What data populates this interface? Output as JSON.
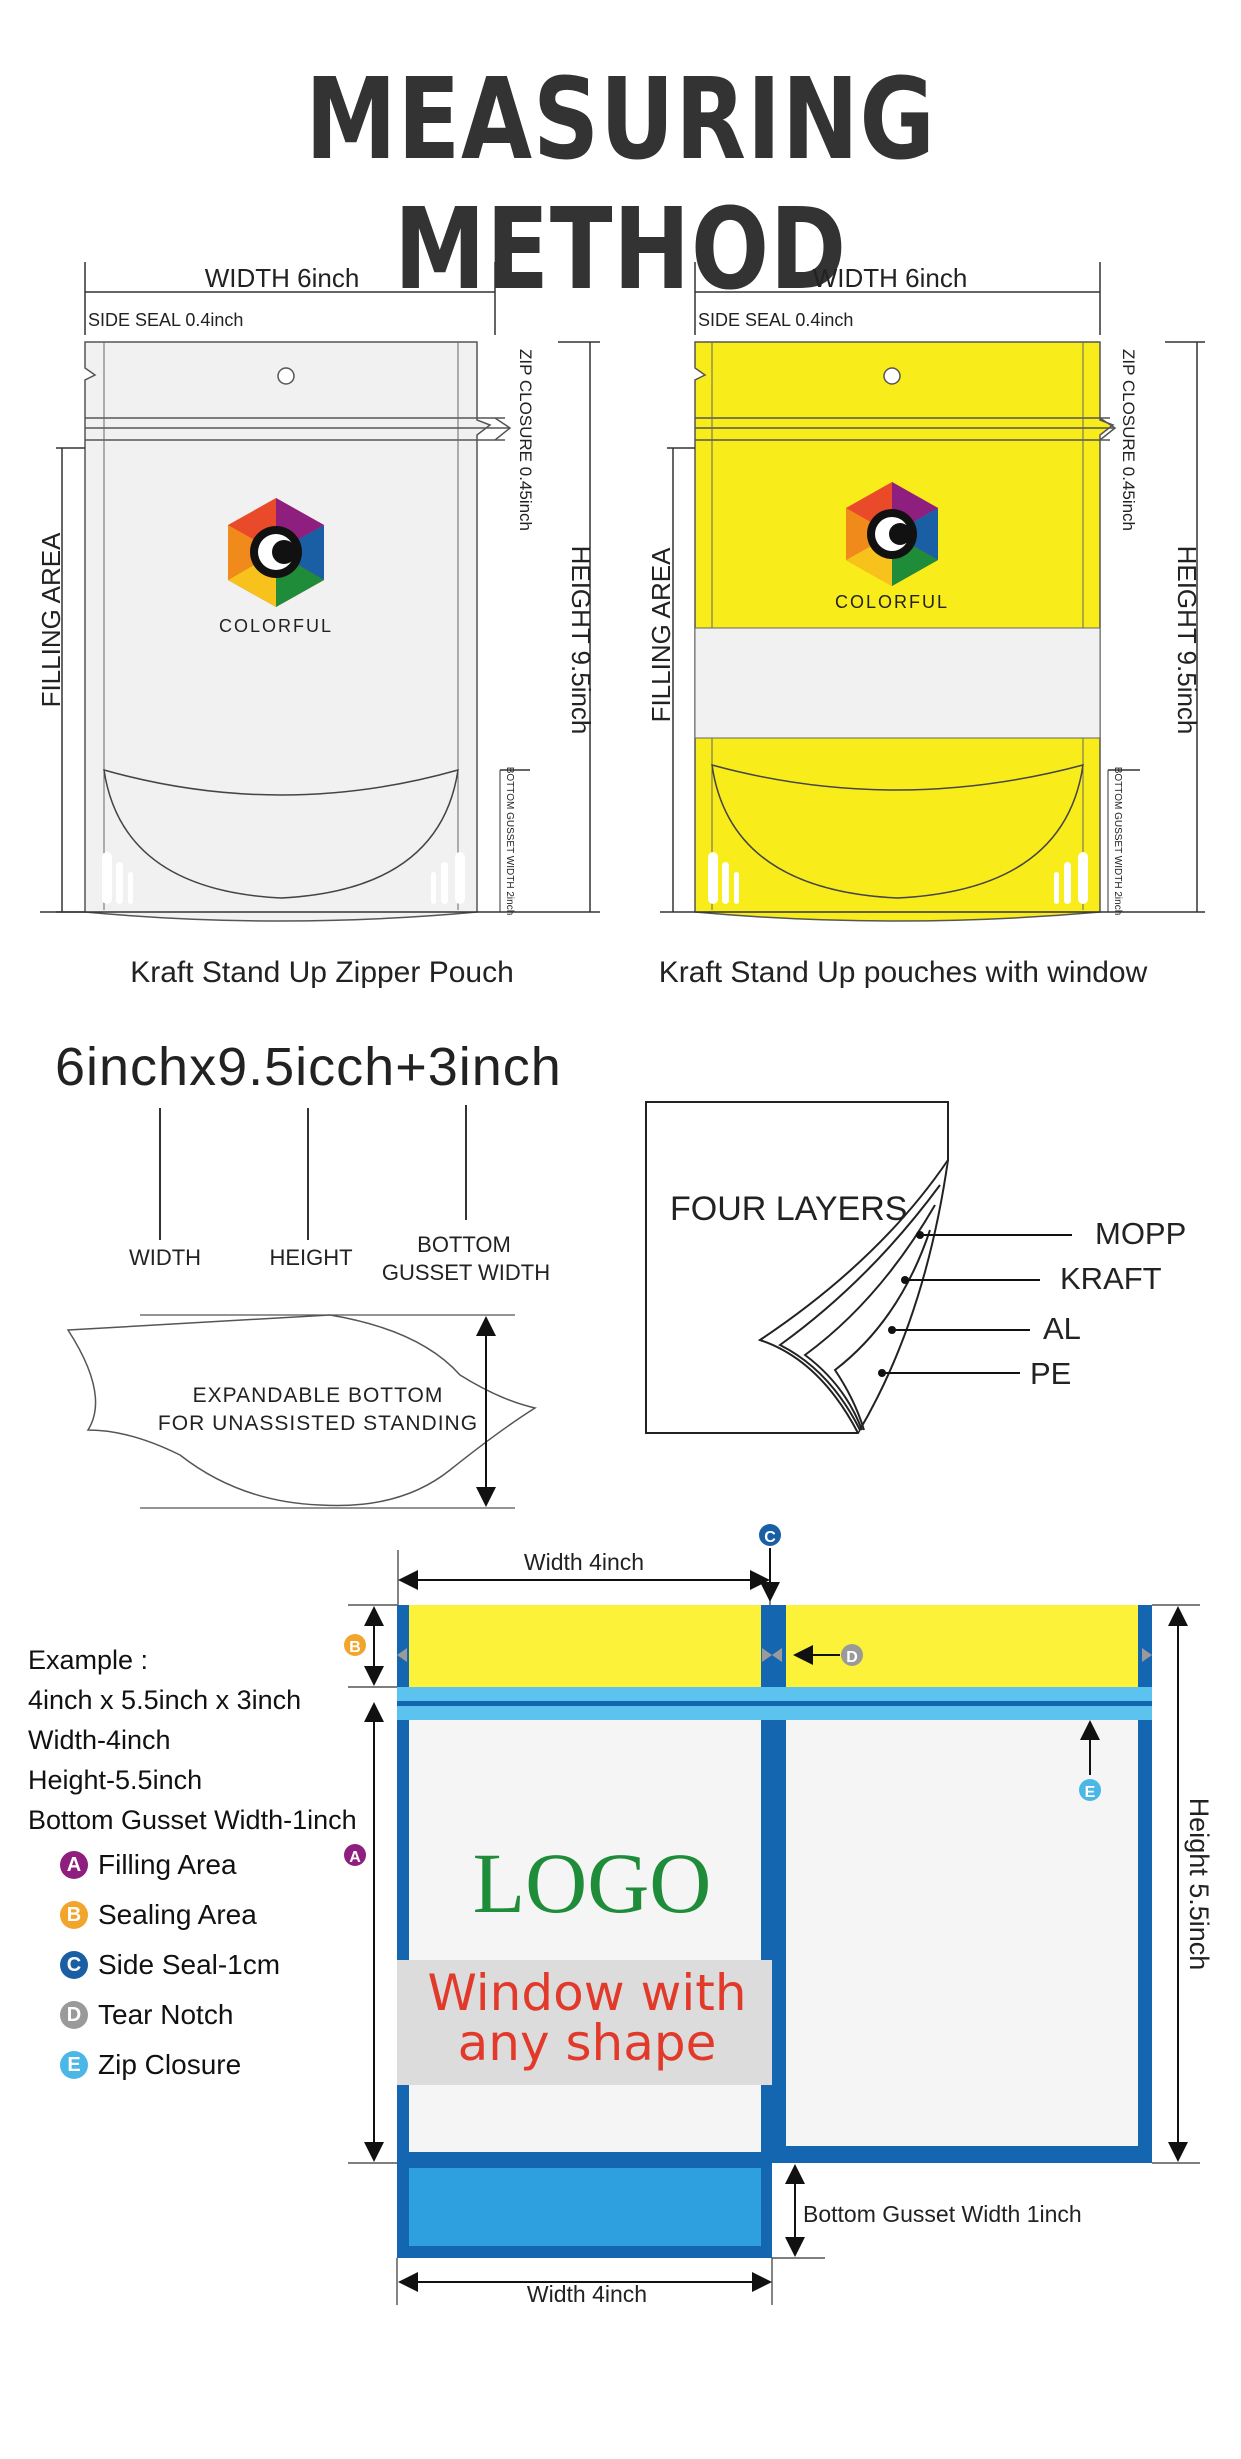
{
  "title": "MEASURING METHOD",
  "pouch1": {
    "width_label": "WIDTH 6inch",
    "side_seal_label": "SIDE SEAL 0.4inch",
    "zip_label": "ZIP CLOSURE 0.45inch",
    "height_label": "HEIGHT 9.5inch",
    "filling_label": "FILLING AREA",
    "gusset_label": "BOTTOM GUSSET WIDTH 2inch",
    "logo_text": "COLORFUL",
    "caption": "Kraft Stand Up Zipper Pouch"
  },
  "pouch2": {
    "width_label": "WIDTH 6inch",
    "side_seal_label": "SIDE SEAL 0.4inch",
    "zip_label": "ZIP CLOSURE 0.45inch",
    "height_label": "HEIGHT 9.5inch",
    "filling_label": "FILLING AREA",
    "gusset_label": "BOTTOM GUSSET WIDTH 2inch",
    "logo_text": "COLORFUL",
    "caption": "Kraft Stand Up pouches with window"
  },
  "dimension_formula": "6inchx9.5icch+3inch",
  "dim_labels": {
    "width": "WIDTH",
    "height": "HEIGHT",
    "gusset_line1": "BOTTOM",
    "gusset_line2": "GUSSET WIDTH"
  },
  "expandable": {
    "line1": "EXPANDABLE BOTTOM",
    "line2": "FOR UNASSISTED STANDING"
  },
  "layers": {
    "title": "FOUR LAYERS",
    "items": [
      "MOPP",
      "KRAFT",
      "AL",
      "PE"
    ]
  },
  "example": {
    "lines": [
      "Example :",
      "4inch x 5.5inch x 3inch",
      "Width-4inch",
      "Height-5.5inch",
      "Bottom Gusset Width-1inch"
    ]
  },
  "legend": [
    {
      "letter": "A",
      "label": "Filling Area",
      "color": "#8e1f7e"
    },
    {
      "letter": "B",
      "label": "Sealing Area",
      "color": "#f2a52c"
    },
    {
      "letter": "C",
      "label": "Side Seal-1cm",
      "color": "#1a5fa3"
    },
    {
      "letter": "D",
      "label": "Tear Notch",
      "color": "#9a9a9a"
    },
    {
      "letter": "E",
      "label": "Zip Closure",
      "color": "#4ab7e6"
    }
  ],
  "bag": {
    "width_top": "Width 4inch",
    "width_bottom": "Width 4inch",
    "height_label": "Height 5.5inch",
    "gusset_label": "Bottom Gusset Width 1inch",
    "logo": "LOGO",
    "window_line1": "Window with",
    "window_line2": "any shape",
    "markers": {
      "a": "A",
      "b": "B",
      "c": "C",
      "d": "D",
      "e": "E"
    }
  },
  "colors": {
    "title": "#333333",
    "pouch_yellow": "#f9ec1b",
    "bag_blue": "#1566b0",
    "bag_light_blue": "#5cc3ee",
    "bag_yellow": "#fdf23a",
    "logo_green": "#1f8c3a",
    "window_red": "#e23a2a"
  }
}
